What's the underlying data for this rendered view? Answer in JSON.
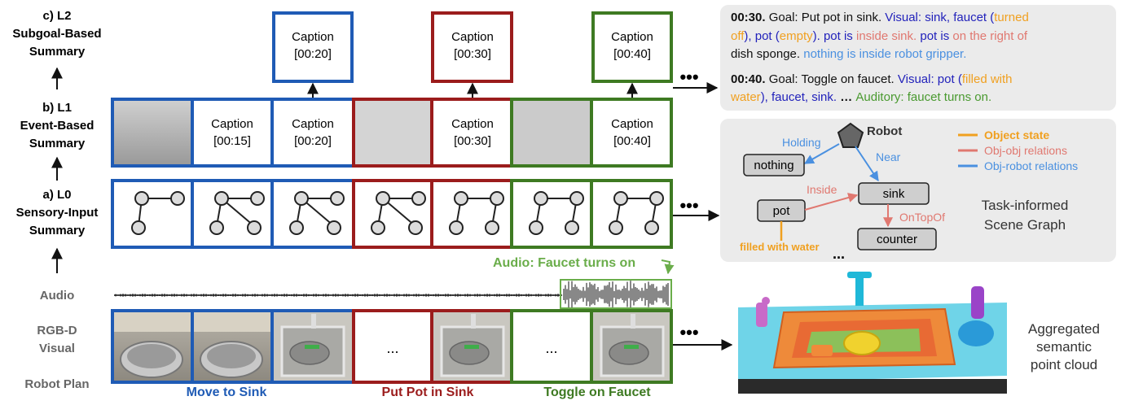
{
  "levels": {
    "l2": [
      "c) L2",
      "Subgoal-Based",
      "Summary"
    ],
    "l1": [
      "b) L1",
      "Event-Based",
      "Summary"
    ],
    "l0": [
      "a) L0",
      "Sensory-Input",
      "Summary"
    ]
  },
  "rows": {
    "audio": "Audio",
    "rgbd": [
      "RGB-D",
      "Visual"
    ],
    "plan": "Robot Plan"
  },
  "captions": {
    "word": "Caption",
    "t15": "[00:15]",
    "t20": "[00:20]",
    "t30": "[00:30]",
    "t40": "[00:40]"
  },
  "ellipsis": "•••",
  "frame_ellipsis": "...",
  "trailing_ellipsis": "...",
  "audio_event": "Audio: Faucet turns on",
  "plan_steps": {
    "move": "Move to Sink",
    "put": "Put Pot in Sink",
    "toggle": "Toggle on Faucet"
  },
  "summary_text": {
    "e1_time": "00:30.",
    "e1_goal": " Goal: Put pot in sink.",
    "e1_visual": " Visual: sink, faucet (",
    "e1_turned": "turned",
    "e1_off": "off",
    "e1_pot": "), pot (",
    "e1_empty": "empty",
    "e1_pot_inside": "). pot is ",
    "e1_inside_sink": "inside sink.",
    "e1_pot_is": " pot is ",
    "e1_right": "on the right of",
    "e1_sponge": "dish sponge.",
    "e1_nothing": " nothing is inside robot gripper.",
    "e2_time": "00:40.",
    "e2_goal": " Goal: Toggle on faucet.",
    "e2_visual": " Visual: pot (",
    "e2_filled": "filled with",
    "e2_water": "water",
    "e2_rest": "), faucet, sink.",
    "e2_dots": " … ",
    "e2_audio": "Auditory: faucet turns on."
  },
  "scene_graph": {
    "robot": "Robot",
    "holding": "Holding",
    "near": "Near",
    "inside": "Inside",
    "ontopof": "OnTopOf",
    "nothing": "nothing",
    "pot": "pot",
    "sink": "sink",
    "counter": "counter",
    "filled": "filled with water",
    "caption": [
      "Task-informed",
      "Scene Graph"
    ]
  },
  "legend": {
    "state": "Object state",
    "objobj": "Obj-obj relations",
    "objrobot": "Obj-robot relations"
  },
  "pointcloud_label": [
    "Aggregated",
    "semantic",
    "point cloud"
  ],
  "colors": {
    "blue_frame": "#1f5bb5",
    "red_frame": "#9b1c1c",
    "green_frame": "#3e7a22",
    "orange": "#f0a020",
    "pink": "#e07870",
    "lightblue": "#4a90e0",
    "green_text": "#6aad4a"
  }
}
